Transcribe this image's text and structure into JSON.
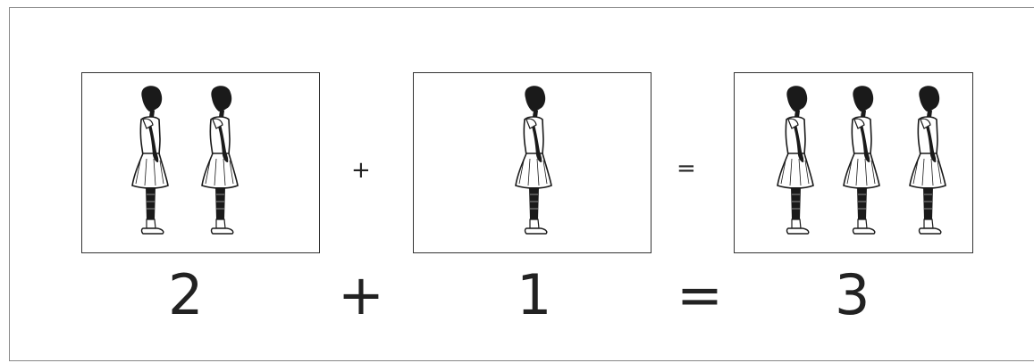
{
  "equation": {
    "small_plus": "+",
    "small_equals": "=",
    "n1": "2",
    "op_plus": "+",
    "n2": "1",
    "op_equals": "=",
    "result": "3"
  },
  "panels": [
    {
      "count": 2
    },
    {
      "count": 1
    },
    {
      "count": 3
    }
  ],
  "colors": {
    "figure": "#1a1a1a",
    "border": "#333333"
  }
}
